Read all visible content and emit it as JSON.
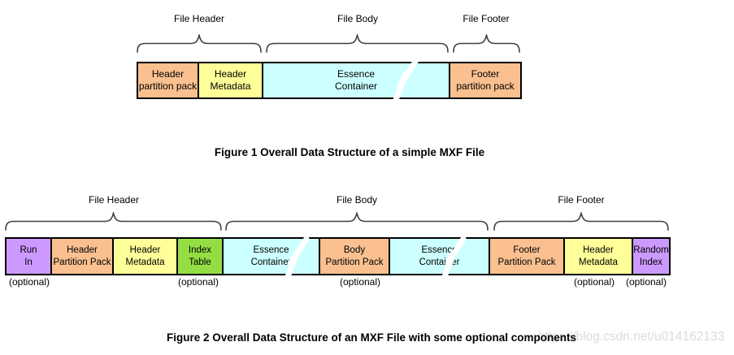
{
  "palette": {
    "partition_pack_orange": "#FAC090",
    "metadata_yellow": "#FFFF99",
    "essence_cyan": "#CCFFFF",
    "optional_purple": "#CC99FF",
    "index_green": "#94DE44",
    "border_black": "#000000",
    "brace_gray": "#404040",
    "watermark_gray": "#dbdbdb"
  },
  "figure1": {
    "braces": [
      {
        "label": "File Header"
      },
      {
        "label": "File Body"
      },
      {
        "label": "File Footer"
      }
    ],
    "segments": [
      {
        "label": "Header\npartition pack"
      },
      {
        "label": "Header\nMetadata"
      },
      {
        "label": "Essence\nContainer"
      },
      {
        "label": "Footer\npartition pack"
      }
    ],
    "caption": "Figure 1 Overall Data Structure of a simple MXF File"
  },
  "figure2": {
    "braces": [
      {
        "label": "File Header"
      },
      {
        "label": "File Body"
      },
      {
        "label": "File Footer"
      }
    ],
    "segments": [
      {
        "label": "Run\nIn",
        "optional": "(optional)"
      },
      {
        "label": "Header\nPartition Pack"
      },
      {
        "label": "Header\nMetadata"
      },
      {
        "label": "Index\nTable",
        "optional": "(optional)"
      },
      {
        "label": "Essence\nContainer"
      },
      {
        "label": "Body\nPartition Pack",
        "optional": "(optional)"
      },
      {
        "label": "Essence\nContainer"
      },
      {
        "label": "Footer\nPartition Pack"
      },
      {
        "label": "Header\nMetadata",
        "optional": "(optional)"
      },
      {
        "label": "Random\nIndex",
        "optional": "(optional)"
      }
    ],
    "caption": "Figure 2 Overall Data Structure of an MXF File with some optional components"
  },
  "watermark": "https://blog.csdn.net/u014162133"
}
